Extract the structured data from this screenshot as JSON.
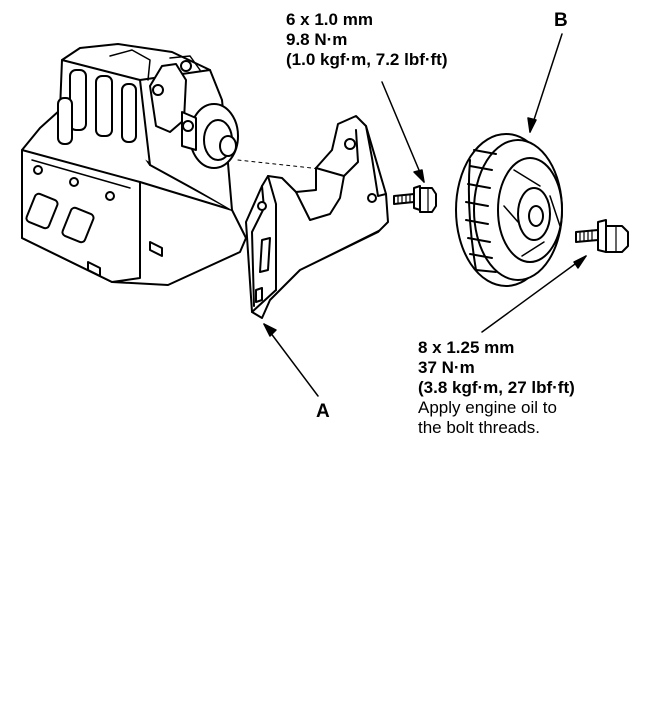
{
  "labels": {
    "part_a": "A",
    "part_b": "B"
  },
  "bolt_small": {
    "size": "6 x 1.0 mm",
    "torque_nm": "9.8 N·m",
    "torque_alt": "(1.0 kgf·m, 7.2 lbf·ft)"
  },
  "bolt_large": {
    "size": "8 x 1.25 mm",
    "torque_nm": "37 N·m",
    "torque_alt": "(3.8 kgf·m, 27 lbf·ft)",
    "note_line1": "Apply engine oil to",
    "note_line2": "the bolt threads."
  }
}
